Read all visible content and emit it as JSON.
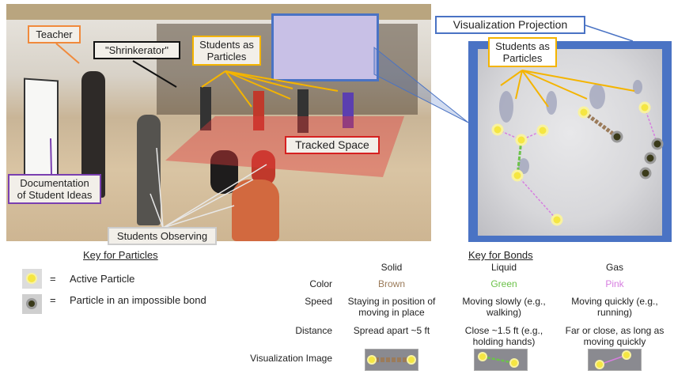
{
  "photo_labels": {
    "teacher": "Teacher",
    "shrinkerator": "\"Shrinkerator\"",
    "students_as_particles": "Students as\nParticles",
    "tracked_space": "Tracked Space",
    "documentation": "Documentation\nof Student Ideas",
    "students_observing": "Students Observing"
  },
  "projection": {
    "title": "Visualization Projection",
    "students_as_particles": "Students as\nParticles"
  },
  "key_particles": {
    "title": "Key for Particles",
    "items": [
      {
        "symbol": "=",
        "label": "Active Particle"
      },
      {
        "symbol": "=",
        "label": "Particle in an impossible bond"
      }
    ]
  },
  "key_bonds": {
    "title": "Key for Bonds",
    "columns": [
      "Solid",
      "Liquid",
      "Gas"
    ],
    "rows": [
      {
        "label": "Color",
        "values": [
          "Brown",
          "Green",
          "Pink"
        ]
      },
      {
        "label": "Speed",
        "values": [
          "Staying in position of moving in place",
          "Moving slowly (e.g., walking)",
          "Moving quickly (e.g., running)"
        ]
      },
      {
        "label": "Distance",
        "values": [
          "Spread apart ~5 ft",
          "Close ~1.5 ft (e.g., holding hands)",
          "Far or close, as long as moving quickly"
        ]
      },
      {
        "label": "Visualization Image"
      }
    ],
    "colors": {
      "solid": "#9b7b5a",
      "liquid": "#6cc24a",
      "gas": "#d77ee0"
    }
  },
  "colors": {
    "teacher": "#f08a3c",
    "shrinkerator": "#111111",
    "particles": "#f4b400",
    "tracked": "#d62020",
    "documentation": "#7a3fb0",
    "observing": "#cccccc",
    "projection": "#4a73c4"
  }
}
